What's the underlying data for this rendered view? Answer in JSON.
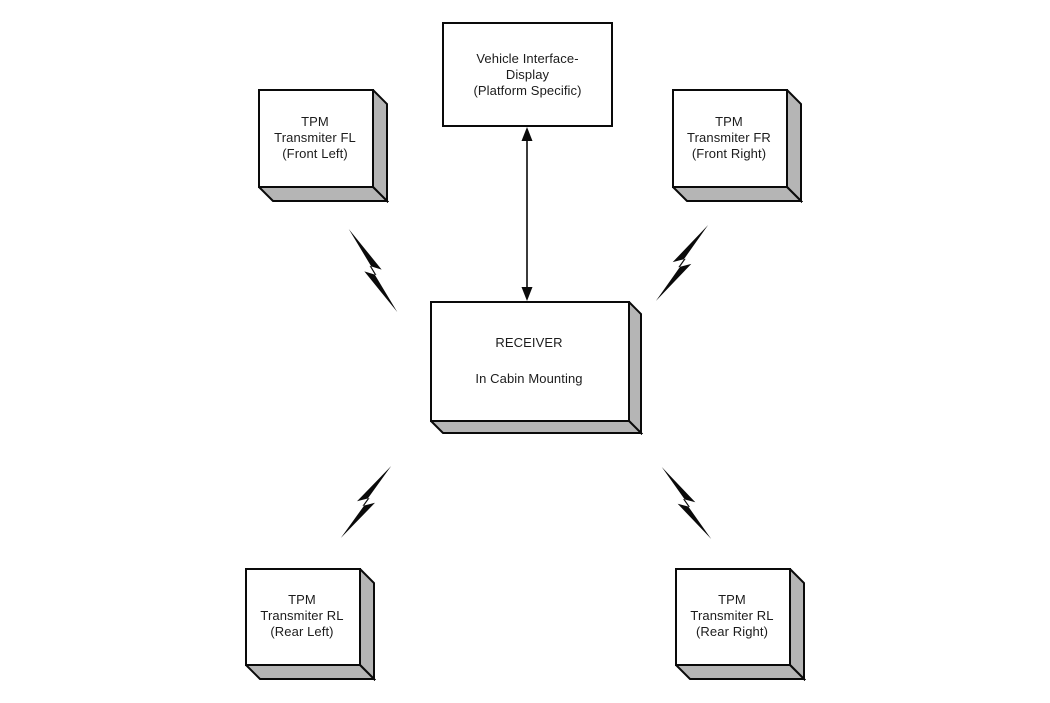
{
  "diagram": {
    "description": "TPM system block diagram",
    "nodes": {
      "vehicle_display": {
        "lines": [
          "Vehicle Interface-",
          "Display",
          "(Platform Specific)"
        ]
      },
      "tpm_fl": {
        "lines": [
          "TPM",
          "Transmiter FL",
          "(Front Left)"
        ]
      },
      "tpm_fr": {
        "lines": [
          "TPM",
          "Transmiter FR",
          "(Front Right)"
        ]
      },
      "receiver": {
        "lines": [
          "RECEIVER",
          "In Cabin Mounting"
        ]
      },
      "tpm_rl": {
        "lines": [
          "TPM",
          "Transmiter RL",
          "(Rear Left)"
        ]
      },
      "tpm_rr": {
        "lines": [
          "TPM",
          "Transmiter RL",
          "(Rear Right)"
        ]
      }
    },
    "connectors": {
      "display_receiver": {
        "type": "bidirectional-arrow"
      },
      "rf_links": [
        {
          "id": "front-left",
          "icon": "lightning-bolt"
        },
        {
          "id": "front-right",
          "icon": "lightning-bolt"
        },
        {
          "id": "rear-left",
          "icon": "lightning-bolt"
        },
        {
          "id": "rear-right",
          "icon": "lightning-bolt"
        }
      ]
    },
    "colors": {
      "background": "#ffffff",
      "node_fill": "#ffffff",
      "node_side": "#b5b5b5",
      "stroke": "#0a0a0a",
      "text": "#1c1c1c"
    }
  }
}
